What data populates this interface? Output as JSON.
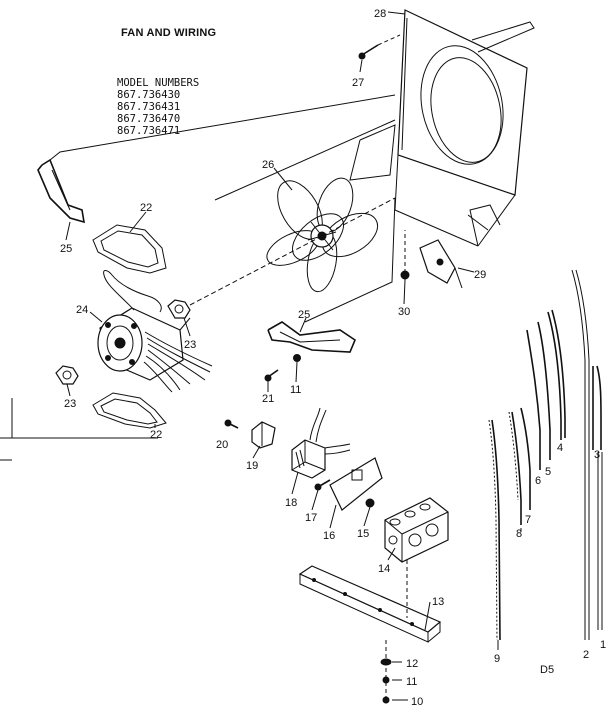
{
  "diagram": {
    "title": "FAN AND WIRING",
    "model_header": "MODEL NUMBERS",
    "models": [
      "867.736430",
      "867.736431",
      "867.736470",
      "867.736471"
    ],
    "code": "D5",
    "callouts": [
      {
        "id": "28",
        "part": "fan-housing"
      },
      {
        "id": "27",
        "part": "screw"
      },
      {
        "id": "26",
        "part": "fan-blade"
      },
      {
        "id": "25",
        "part": "motor-mount-bracket"
      },
      {
        "id": "25",
        "part": "motor-mount-bracket"
      },
      {
        "id": "22",
        "part": "motor-gasket"
      },
      {
        "id": "22",
        "part": "motor-gasket"
      },
      {
        "id": "24",
        "part": "fan-motor"
      },
      {
        "id": "23",
        "part": "nut"
      },
      {
        "id": "23",
        "part": "nut"
      },
      {
        "id": "29",
        "part": "bracket-clip"
      },
      {
        "id": "30",
        "part": "screw"
      },
      {
        "id": "21",
        "part": "screw"
      },
      {
        "id": "11",
        "part": "washer"
      },
      {
        "id": "20",
        "part": "screw"
      },
      {
        "id": "19",
        "part": "relay"
      },
      {
        "id": "18",
        "part": "capacitor"
      },
      {
        "id": "17",
        "part": "screw"
      },
      {
        "id": "16",
        "part": "terminal-plate"
      },
      {
        "id": "15",
        "part": "nut"
      },
      {
        "id": "14",
        "part": "terminal-block"
      },
      {
        "id": "13",
        "part": "base-rail"
      },
      {
        "id": "12",
        "part": "grommet"
      },
      {
        "id": "11",
        "part": "washer"
      },
      {
        "id": "10",
        "part": "screw"
      },
      {
        "id": "9",
        "part": "wire"
      },
      {
        "id": "8",
        "part": "wire"
      },
      {
        "id": "7",
        "part": "wire"
      },
      {
        "id": "6",
        "part": "wire"
      },
      {
        "id": "5",
        "part": "wire"
      },
      {
        "id": "4",
        "part": "wire"
      },
      {
        "id": "3",
        "part": "wire"
      },
      {
        "id": "2",
        "part": "wire"
      },
      {
        "id": "1",
        "part": "wire"
      }
    ]
  }
}
